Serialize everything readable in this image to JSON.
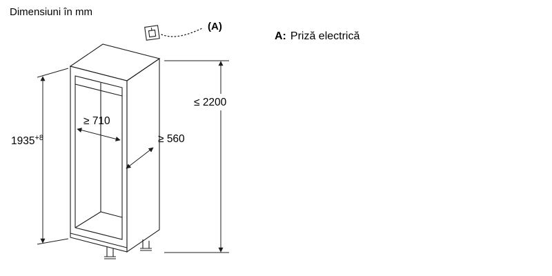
{
  "title": "Dimensiuni în mm",
  "annotation": {
    "callout": "(A)",
    "legend_key": "A:",
    "legend_text": "Priză electrică",
    "socket_icon": "power-socket-icon"
  },
  "dimensions": {
    "niche_height": {
      "value": "1935",
      "tolerance": "+8"
    },
    "ceiling_height": "≤ 2200",
    "niche_width": "≥ 710",
    "niche_depth": "≥ 560"
  },
  "colors": {
    "line": "#1c1c1c",
    "text": "#000000",
    "background": "#ffffff"
  }
}
